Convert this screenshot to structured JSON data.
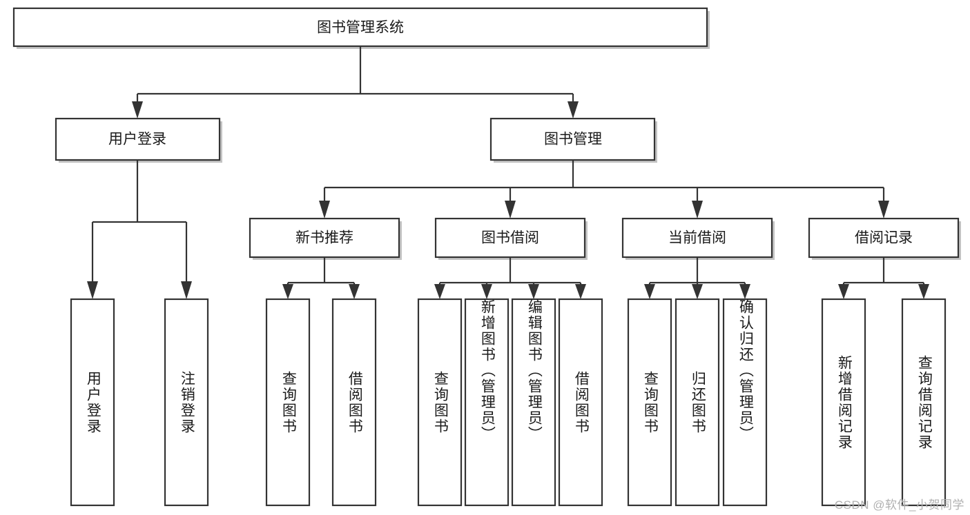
{
  "diagram": {
    "title": "图书管理系统",
    "type": "hierarchy-tree",
    "watermark": "CSDN @软件_小贺同学",
    "colors": {
      "stroke": "#333333",
      "fill": "#ffffff",
      "text": "#1a1a1a",
      "shadow": "#b9b9b9",
      "watermark": "#b0b0b0"
    },
    "root": {
      "label": "图书管理系统",
      "level": 1
    },
    "level2": [
      {
        "label": "用户登录"
      },
      {
        "label": "图书管理"
      }
    ],
    "level3": [
      {
        "label": "新书推荐"
      },
      {
        "label": "图书借阅"
      },
      {
        "label": "当前借阅"
      },
      {
        "label": "借阅记录"
      }
    ],
    "leaves": {
      "user_login": [
        {
          "label": "用户登录"
        },
        {
          "label": "注销登录"
        }
      ],
      "new_book_recommend": [
        {
          "label": "查询图书"
        },
        {
          "label": "借阅图书"
        }
      ],
      "book_borrow": [
        {
          "label": "查询图书"
        },
        {
          "label": "新增图书（管理员）"
        },
        {
          "label": "编辑图书（管理员）"
        },
        {
          "label": "借阅图书"
        }
      ],
      "current_borrow": [
        {
          "label": "查询图书"
        },
        {
          "label": "归还图书"
        },
        {
          "label": "确认归还（管理员）"
        }
      ],
      "borrow_record": [
        {
          "label": "新增借阅记录"
        },
        {
          "label": "查询借阅记录"
        }
      ]
    }
  }
}
